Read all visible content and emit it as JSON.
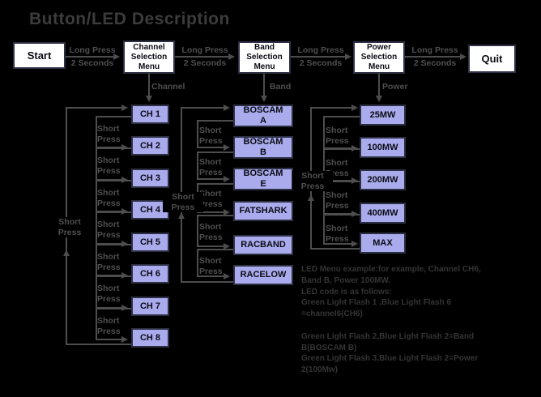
{
  "title": "Button/LED Description",
  "colors": {
    "background": "#000000",
    "item_box_fill": "#a9abec",
    "menu_box_fill": "#ffffff",
    "box_border": "#2d3044",
    "connector_line": "#4d4d4d",
    "label_text": "#4f4f4f",
    "title_text": "#3c3c3c",
    "note_text": "#343434"
  },
  "flow": {
    "start": "Start",
    "channel_menu": "Channel\nSelection\nMenu",
    "band_menu": "Band\nSelection\nMenu",
    "power_menu": "Power\nSelection\nMenu",
    "quit": "Quit",
    "long_press": "Long Press",
    "two_seconds": "2 Seconds"
  },
  "labels": {
    "short_press": "Short\nPress",
    "channel": "Channel",
    "band": "Band",
    "power": "Power"
  },
  "channels": [
    "CH 1",
    "CH 2",
    "CH 3",
    "CH 4",
    "CH 5",
    "CH 6",
    "CH 7",
    "CH 8"
  ],
  "bands": [
    "BOSCAM\nA",
    "BOSCAM\nB",
    "BOSCAM\nE",
    "FATSHARK",
    "RACBAND",
    "RACELOW"
  ],
  "powers": [
    "25MW",
    "100MW",
    "200MW",
    "400MW",
    "MAX"
  ],
  "note": "LED Menu example:for example, Channel CH6,\nBand B, Power 100MW.\nLED code is as follows:\nGreen Light Flash 1 ,Blue Light Flash 6\n=channel6(CH6)\n\nGreen Light Flash 2,Blue Light Flash 2=Band\nB(BOSCAM B)\nGreen Light Flash 3,Blue Light Flash 2=Power\n2(100Mw)"
}
